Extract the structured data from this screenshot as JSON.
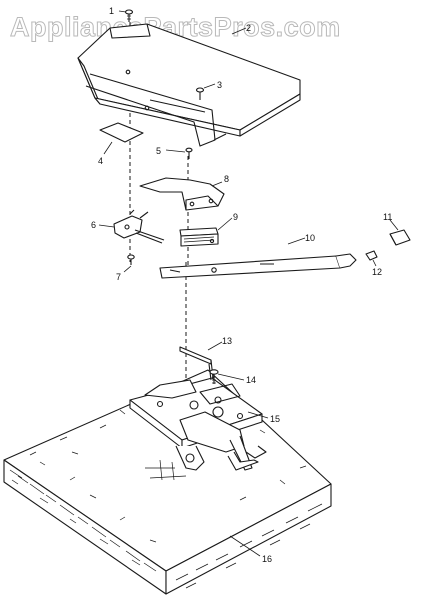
{
  "watermark": "AppliancePartsPros.com",
  "callouts": {
    "c1": "1",
    "c2": "2",
    "c3": "3",
    "c4": "4",
    "c5": "5",
    "c6": "6",
    "c7": "7",
    "c8": "8",
    "c9": "9",
    "c10": "10",
    "c11": "11",
    "c12": "12",
    "c13": "13",
    "c14": "14",
    "c15": "15",
    "c16": "16"
  }
}
